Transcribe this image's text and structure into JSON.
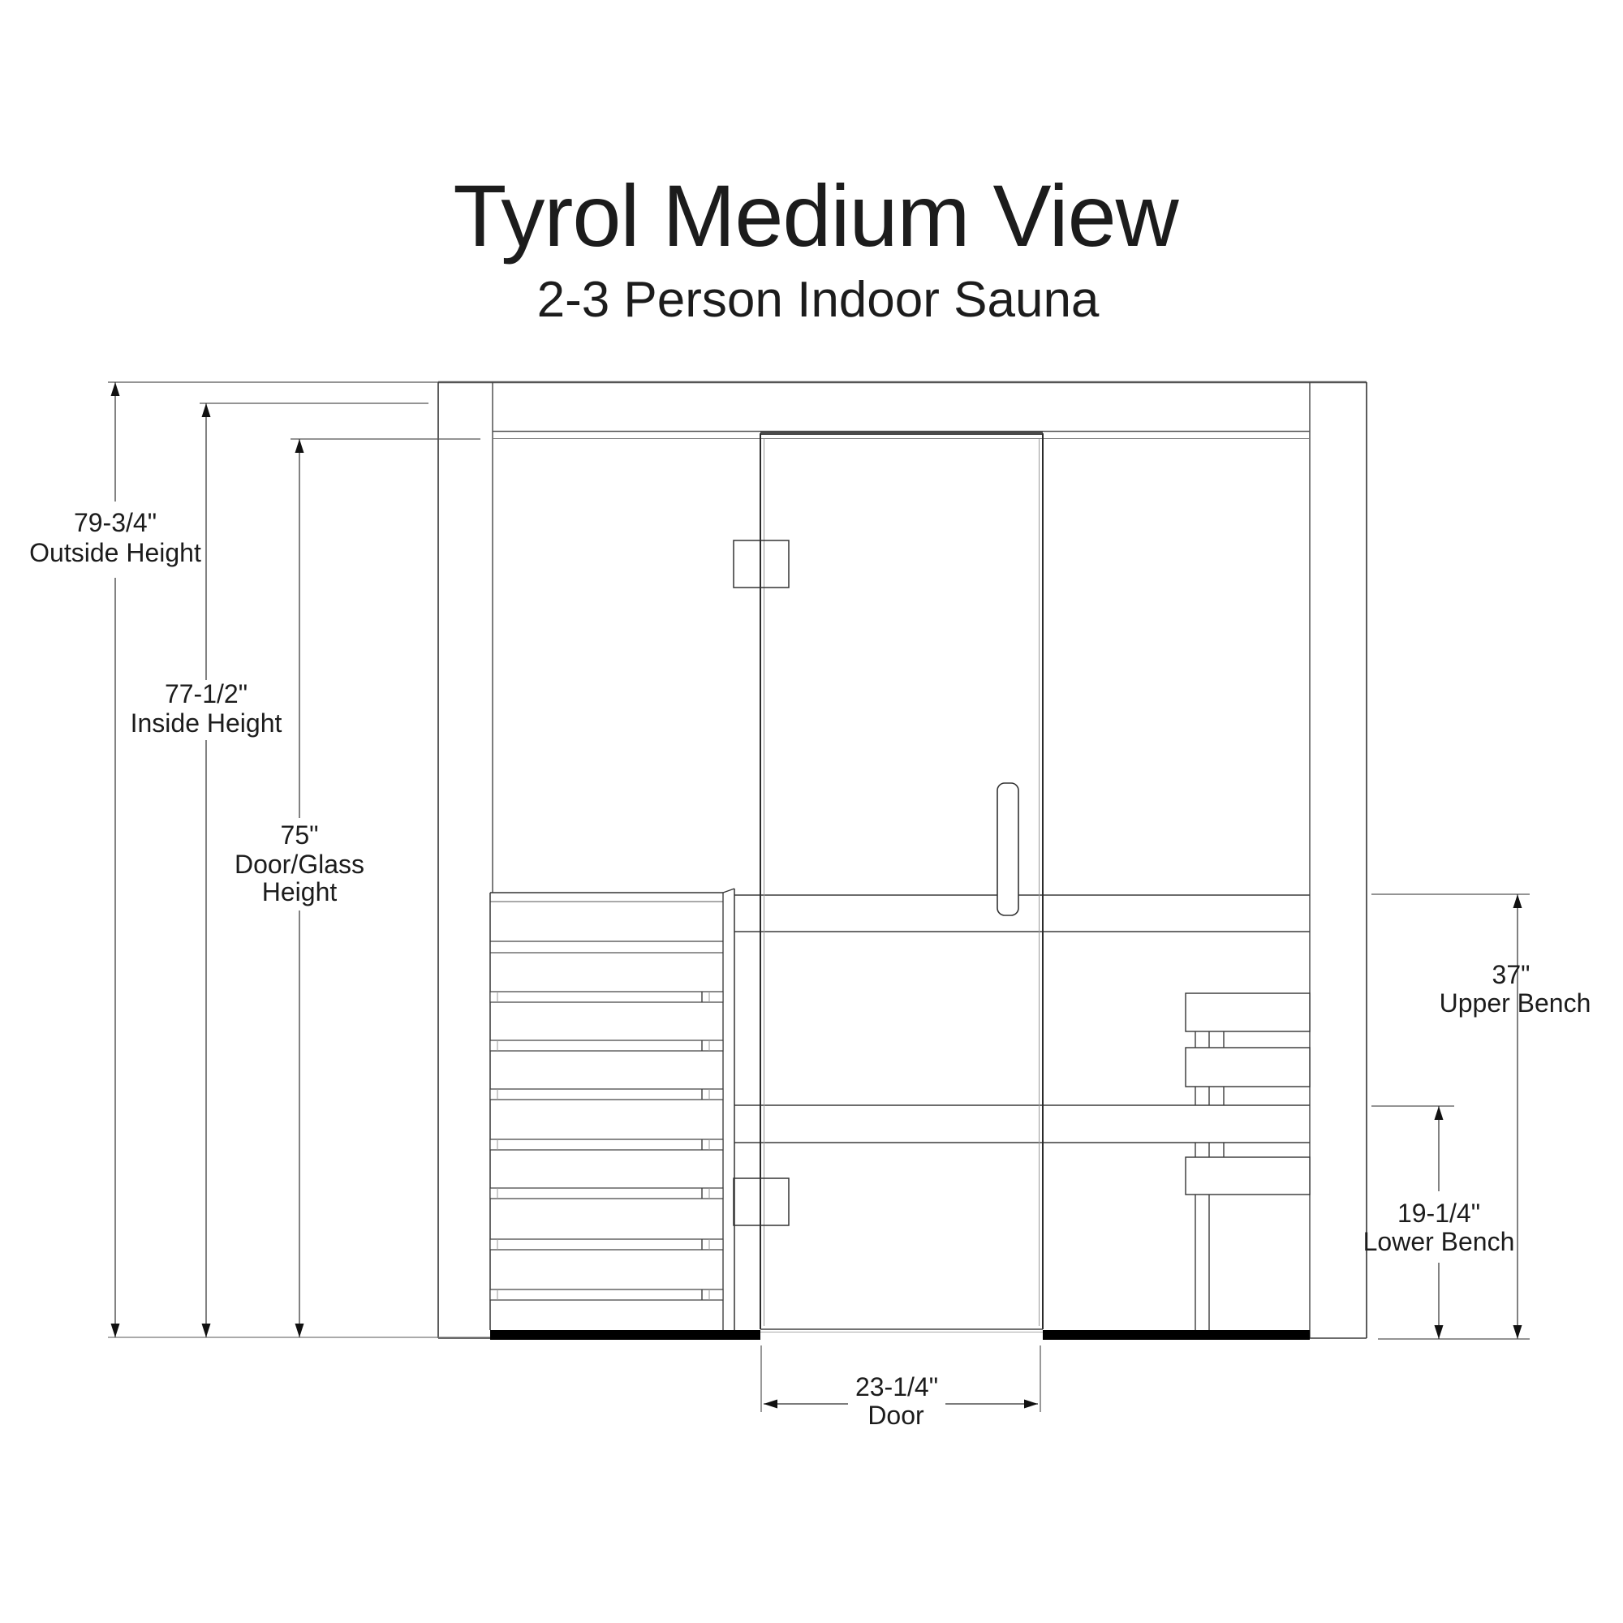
{
  "page": {
    "title": "Tyrol Medium View",
    "subtitle": "2-3 Person Indoor Sauna"
  },
  "dimensions": {
    "outside_height": {
      "value": "79-3/4\"",
      "label": "Outside Height"
    },
    "inside_height": {
      "value": "77-1/2\"",
      "label": "Inside Height"
    },
    "door_glass_height": {
      "value": "75\"",
      "label_line1": "Door/Glass",
      "label_line2": "Height"
    },
    "upper_bench": {
      "value": "37\"",
      "label": "Upper Bench"
    },
    "lower_bench": {
      "value": "19-1/4\"",
      "label": "Lower Bench"
    },
    "door_width": {
      "value": "23-1/4\"",
      "label": "Door"
    }
  },
  "colors": {
    "background": "#ffffff",
    "line": "#3c3c3c",
    "text": "#1c1c1c",
    "base": "#000000"
  }
}
